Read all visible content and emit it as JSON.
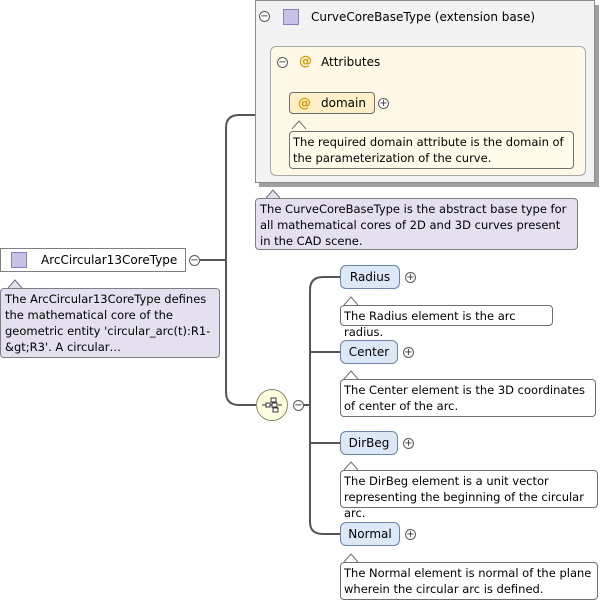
{
  "root": {
    "name": "ArcCircular13CoreType",
    "doc": "The ArcCircular13CoreType defines the mathematical core of the geometric entity 'circular_arc(t):R1-&gt;R3'. A circular…"
  },
  "extension": {
    "title": "CurveCoreBaseType (extension base)",
    "doc": "The CurveCoreBaseType is the abstract base type for all mathematical cores of 2D and 3D curves present in the CAD scene.",
    "attributes": {
      "title": "Attributes",
      "domain": {
        "name": "domain",
        "doc": "The required domain attribute is the domain of the parameterization of the curve."
      }
    }
  },
  "sequence": {
    "elements": [
      {
        "name": "Radius",
        "doc": "The Radius element is the arc radius."
      },
      {
        "name": "Center",
        "doc": "The Center element is the 3D coordinates of center of the arc."
      },
      {
        "name": "DirBeg",
        "doc": "The DirBeg element is a unit vector representing the beginning of the circular arc."
      },
      {
        "name": "Normal",
        "doc": "The Normal element is normal of the plane wherein the circular arc is defined."
      }
    ]
  },
  "symbols": {
    "collapse": "−",
    "expand": "+",
    "attribute": "@"
  },
  "colors": {
    "type_icon": "#c9c1e6",
    "doc_purple": "#e4e0f0",
    "attr_fill": "#fff0c8",
    "element_fill": "#dde8f7",
    "connector": "#555555"
  }
}
